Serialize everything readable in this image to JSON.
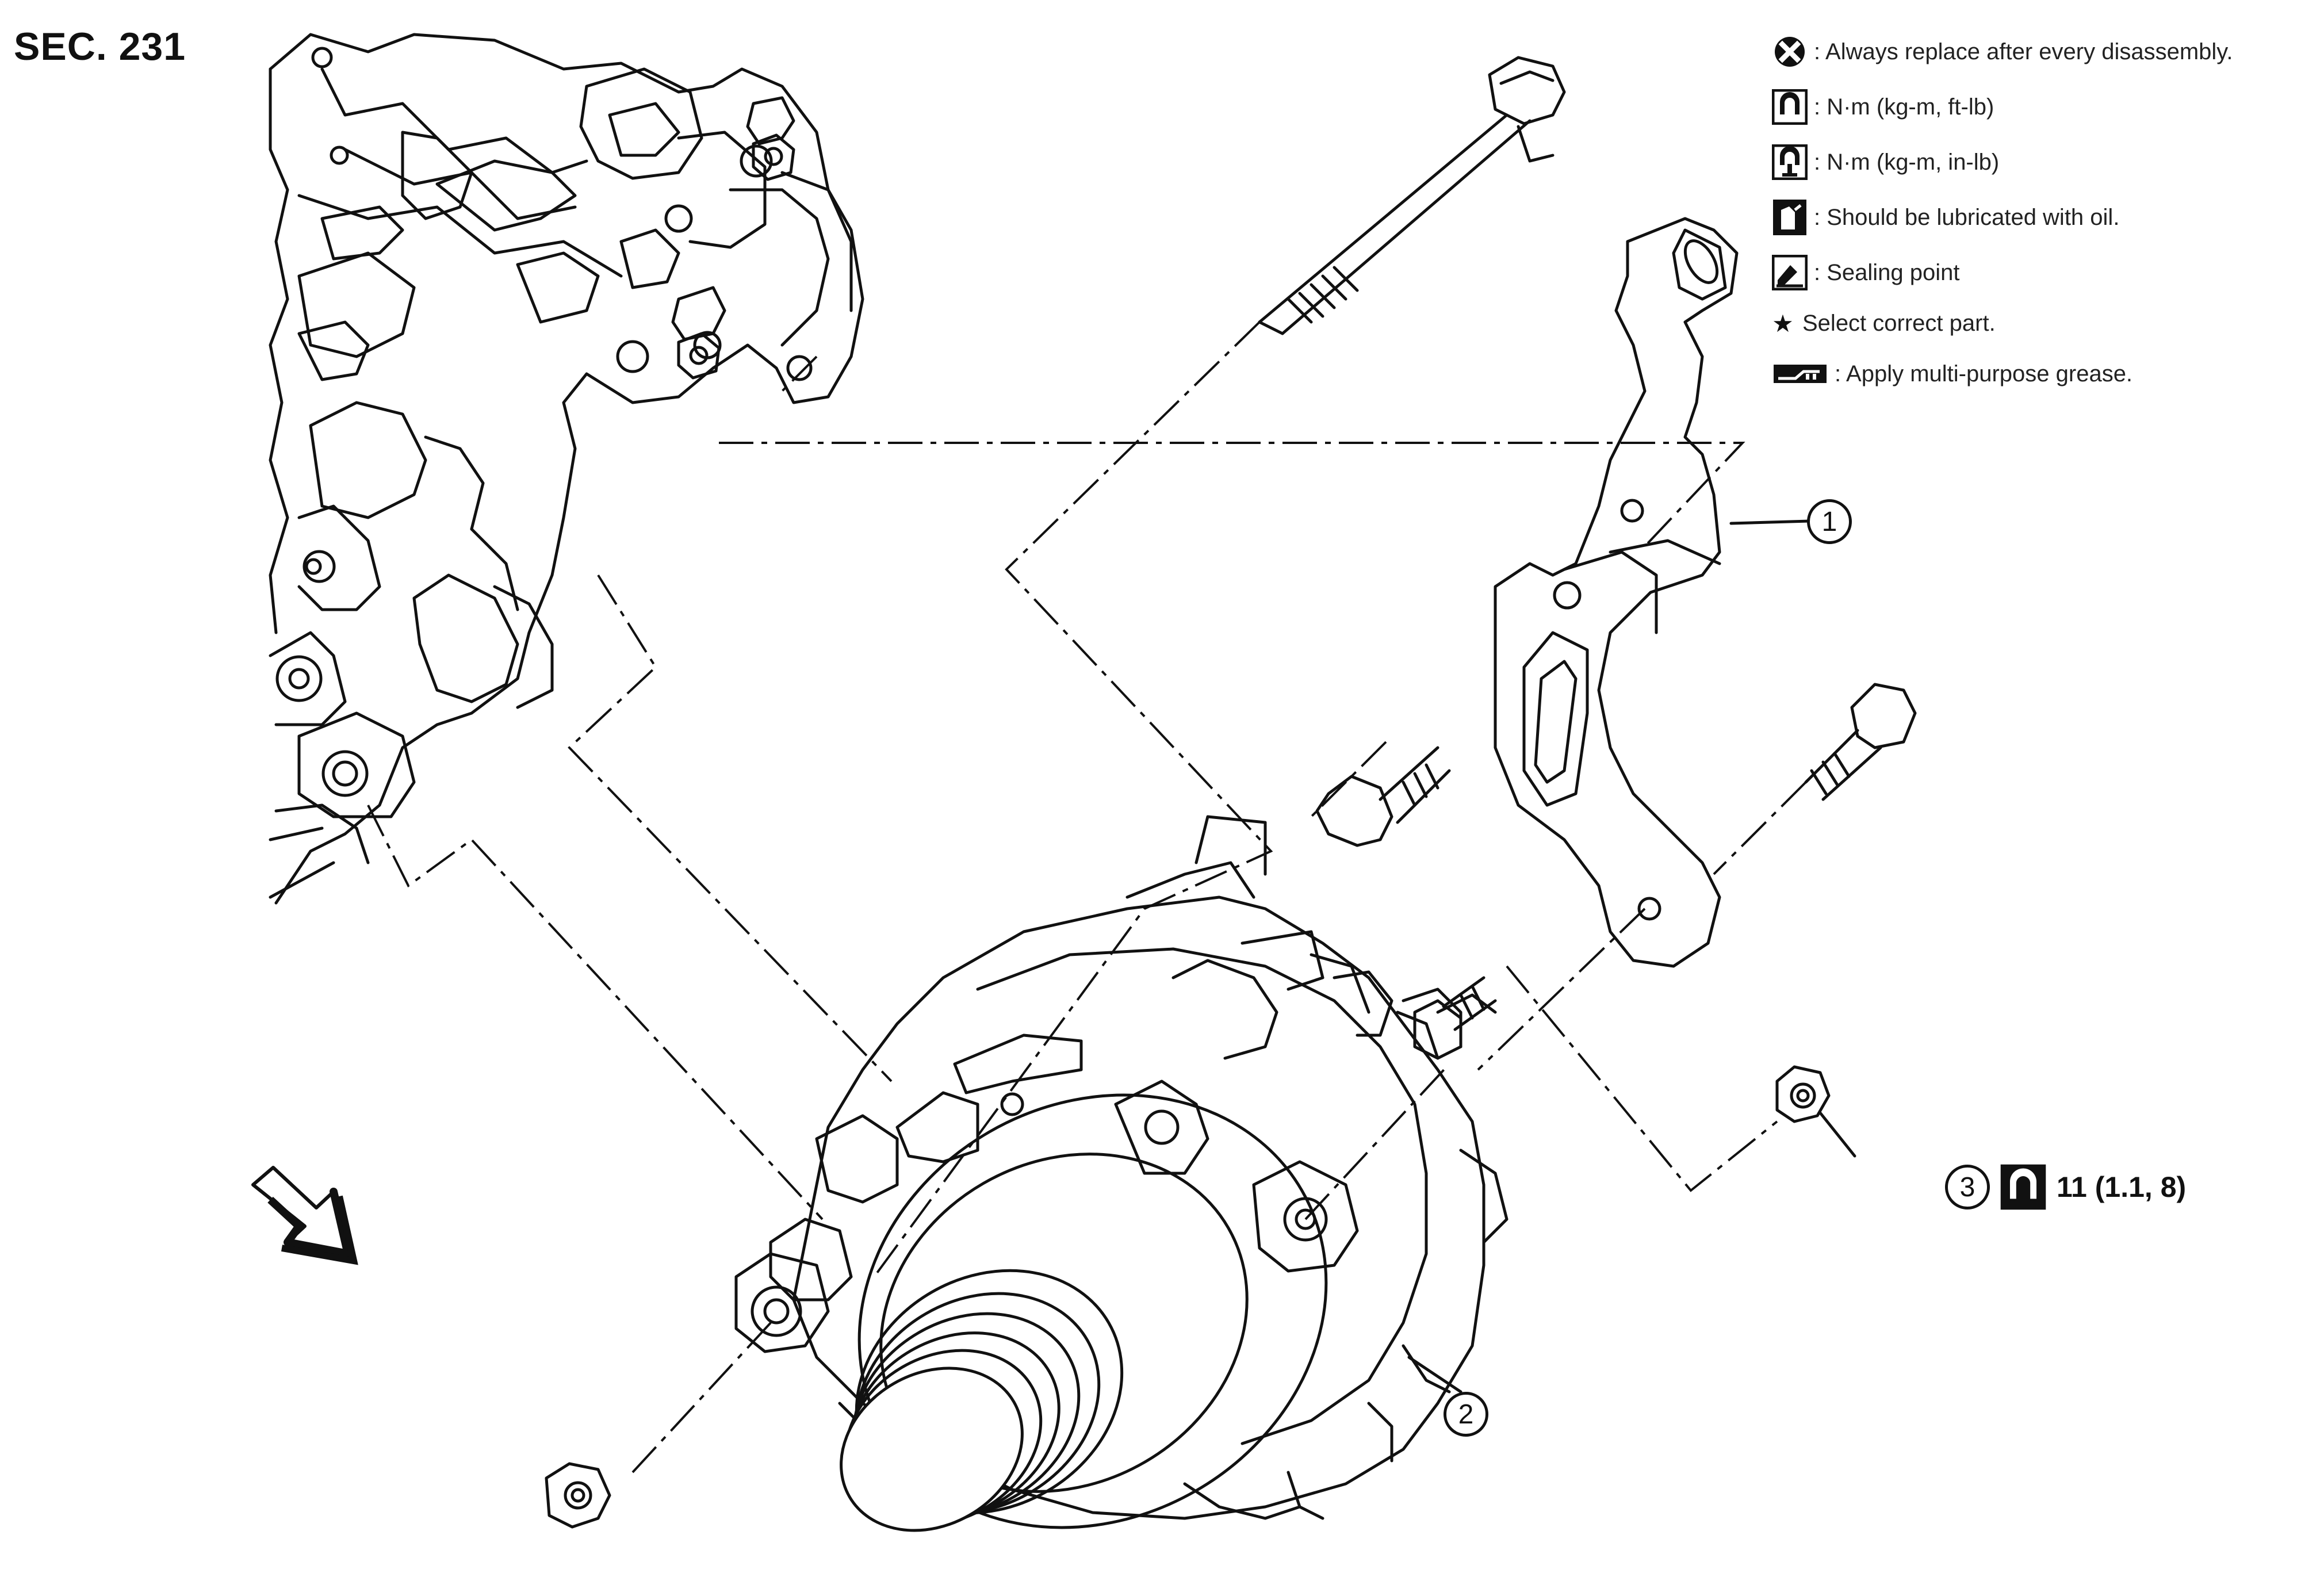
{
  "section": "SEC. 231",
  "legend": [
    {
      "icon": "always-replace-icon",
      "text": ": Always replace after every disassembly."
    },
    {
      "icon": "torque-ft-lb-icon",
      "text": ": N·m (kg-m, ft-lb)"
    },
    {
      "icon": "torque-in-lb-icon",
      "text": ": N·m (kg-m, in-lb)"
    },
    {
      "icon": "oil-lubricate-icon",
      "text": ": Should be lubricated with oil."
    },
    {
      "icon": "sealing-point-icon",
      "text": ": Sealing point"
    },
    {
      "icon": "star-icon",
      "text": "Select correct part."
    },
    {
      "icon": "grease-icon",
      "text": ": Apply multi-purpose grease."
    }
  ],
  "callouts": {
    "c1": "1",
    "c2": "2",
    "c3": "3"
  },
  "torque": {
    "value": "11 (1.1, 8)"
  },
  "colors": {
    "line": "#111111",
    "background": "#ffffff"
  }
}
